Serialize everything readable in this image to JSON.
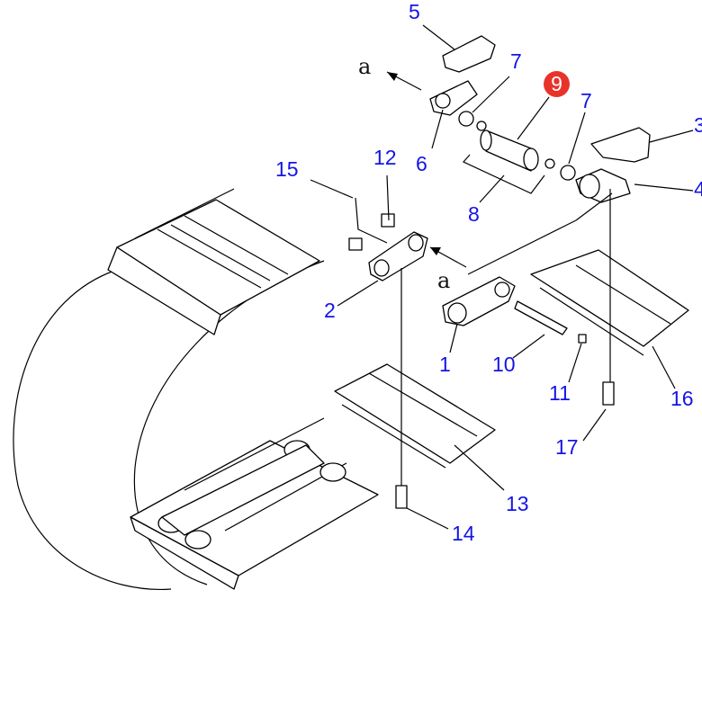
{
  "diagram": {
    "title": "Track shoe assembly exploded parts view",
    "highlighted_part": "9",
    "highlight_color": "#e8332b",
    "label_color": "#1414e6",
    "view_marker": "a",
    "labels": [
      "5",
      "7",
      "7",
      "3",
      "4",
      "6",
      "8",
      "15",
      "12",
      "2",
      "1",
      "10",
      "11",
      "16",
      "17",
      "13",
      "14"
    ]
  }
}
